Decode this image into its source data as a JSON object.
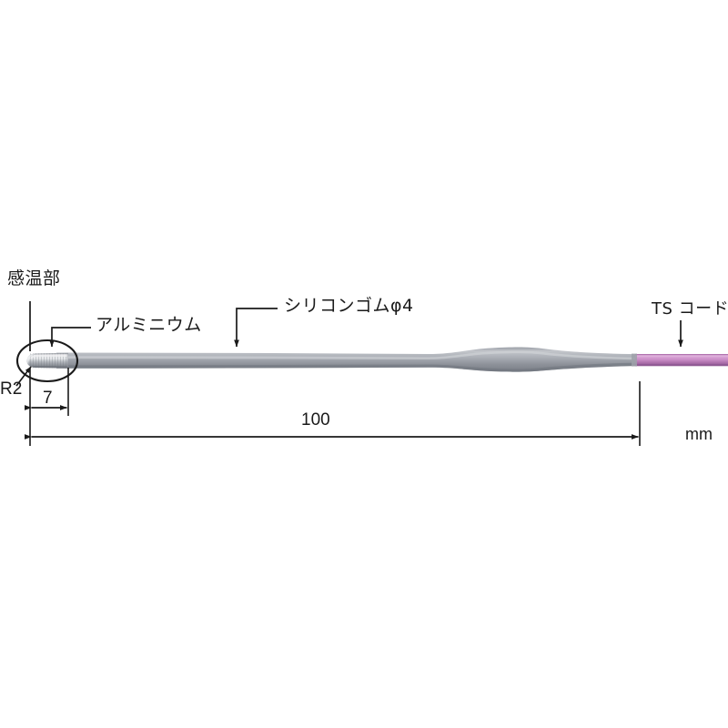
{
  "figure": {
    "type": "technical-product-drawing",
    "subject": "surface temperature probe with silicone rubber sheath",
    "unit_label": "mm",
    "background_color": "#ffffff",
    "line_color": "#1a1a1a"
  },
  "callouts": {
    "sensing_element": {
      "label": "感温部",
      "leader": "vertical-line-down-to-tip-ellipse"
    },
    "aluminum": {
      "label": "アルミニウム",
      "leader": "horizontal-then-down-arrow-to-metal-tip"
    },
    "silicone_rubber": {
      "label": "シリコンゴムφ4",
      "leader": "horizontal-then-down-arrow-to-sheath"
    },
    "ts_cord": {
      "label": "TS コード",
      "leader": "down-arrow-to-purple-cord"
    }
  },
  "dimensions": {
    "radius": {
      "label": "R2",
      "kind": "radius-callout",
      "target": "probe-tip-rounded-end"
    },
    "tip_length": {
      "label": "7",
      "kind": "linear",
      "value": 7,
      "unit": "mm"
    },
    "overall_length": {
      "label": "100",
      "kind": "linear",
      "value": 100,
      "unit": "mm"
    }
  },
  "colors": {
    "sheath_grey_light": "#b9bcc2",
    "sheath_grey_mid": "#8f949c",
    "sheath_grey_dark": "#70757e",
    "metal_light": "#e2e4e6",
    "metal_mid": "#a8acb2",
    "metal_dark": "#7e838a",
    "cord_purple_light": "#d79fd2",
    "cord_purple_mid": "#b濃",
    "cord_purple": "#b87ab5",
    "cord_purple_dark": "#9a5f99",
    "ink": "#1a1a1a"
  }
}
